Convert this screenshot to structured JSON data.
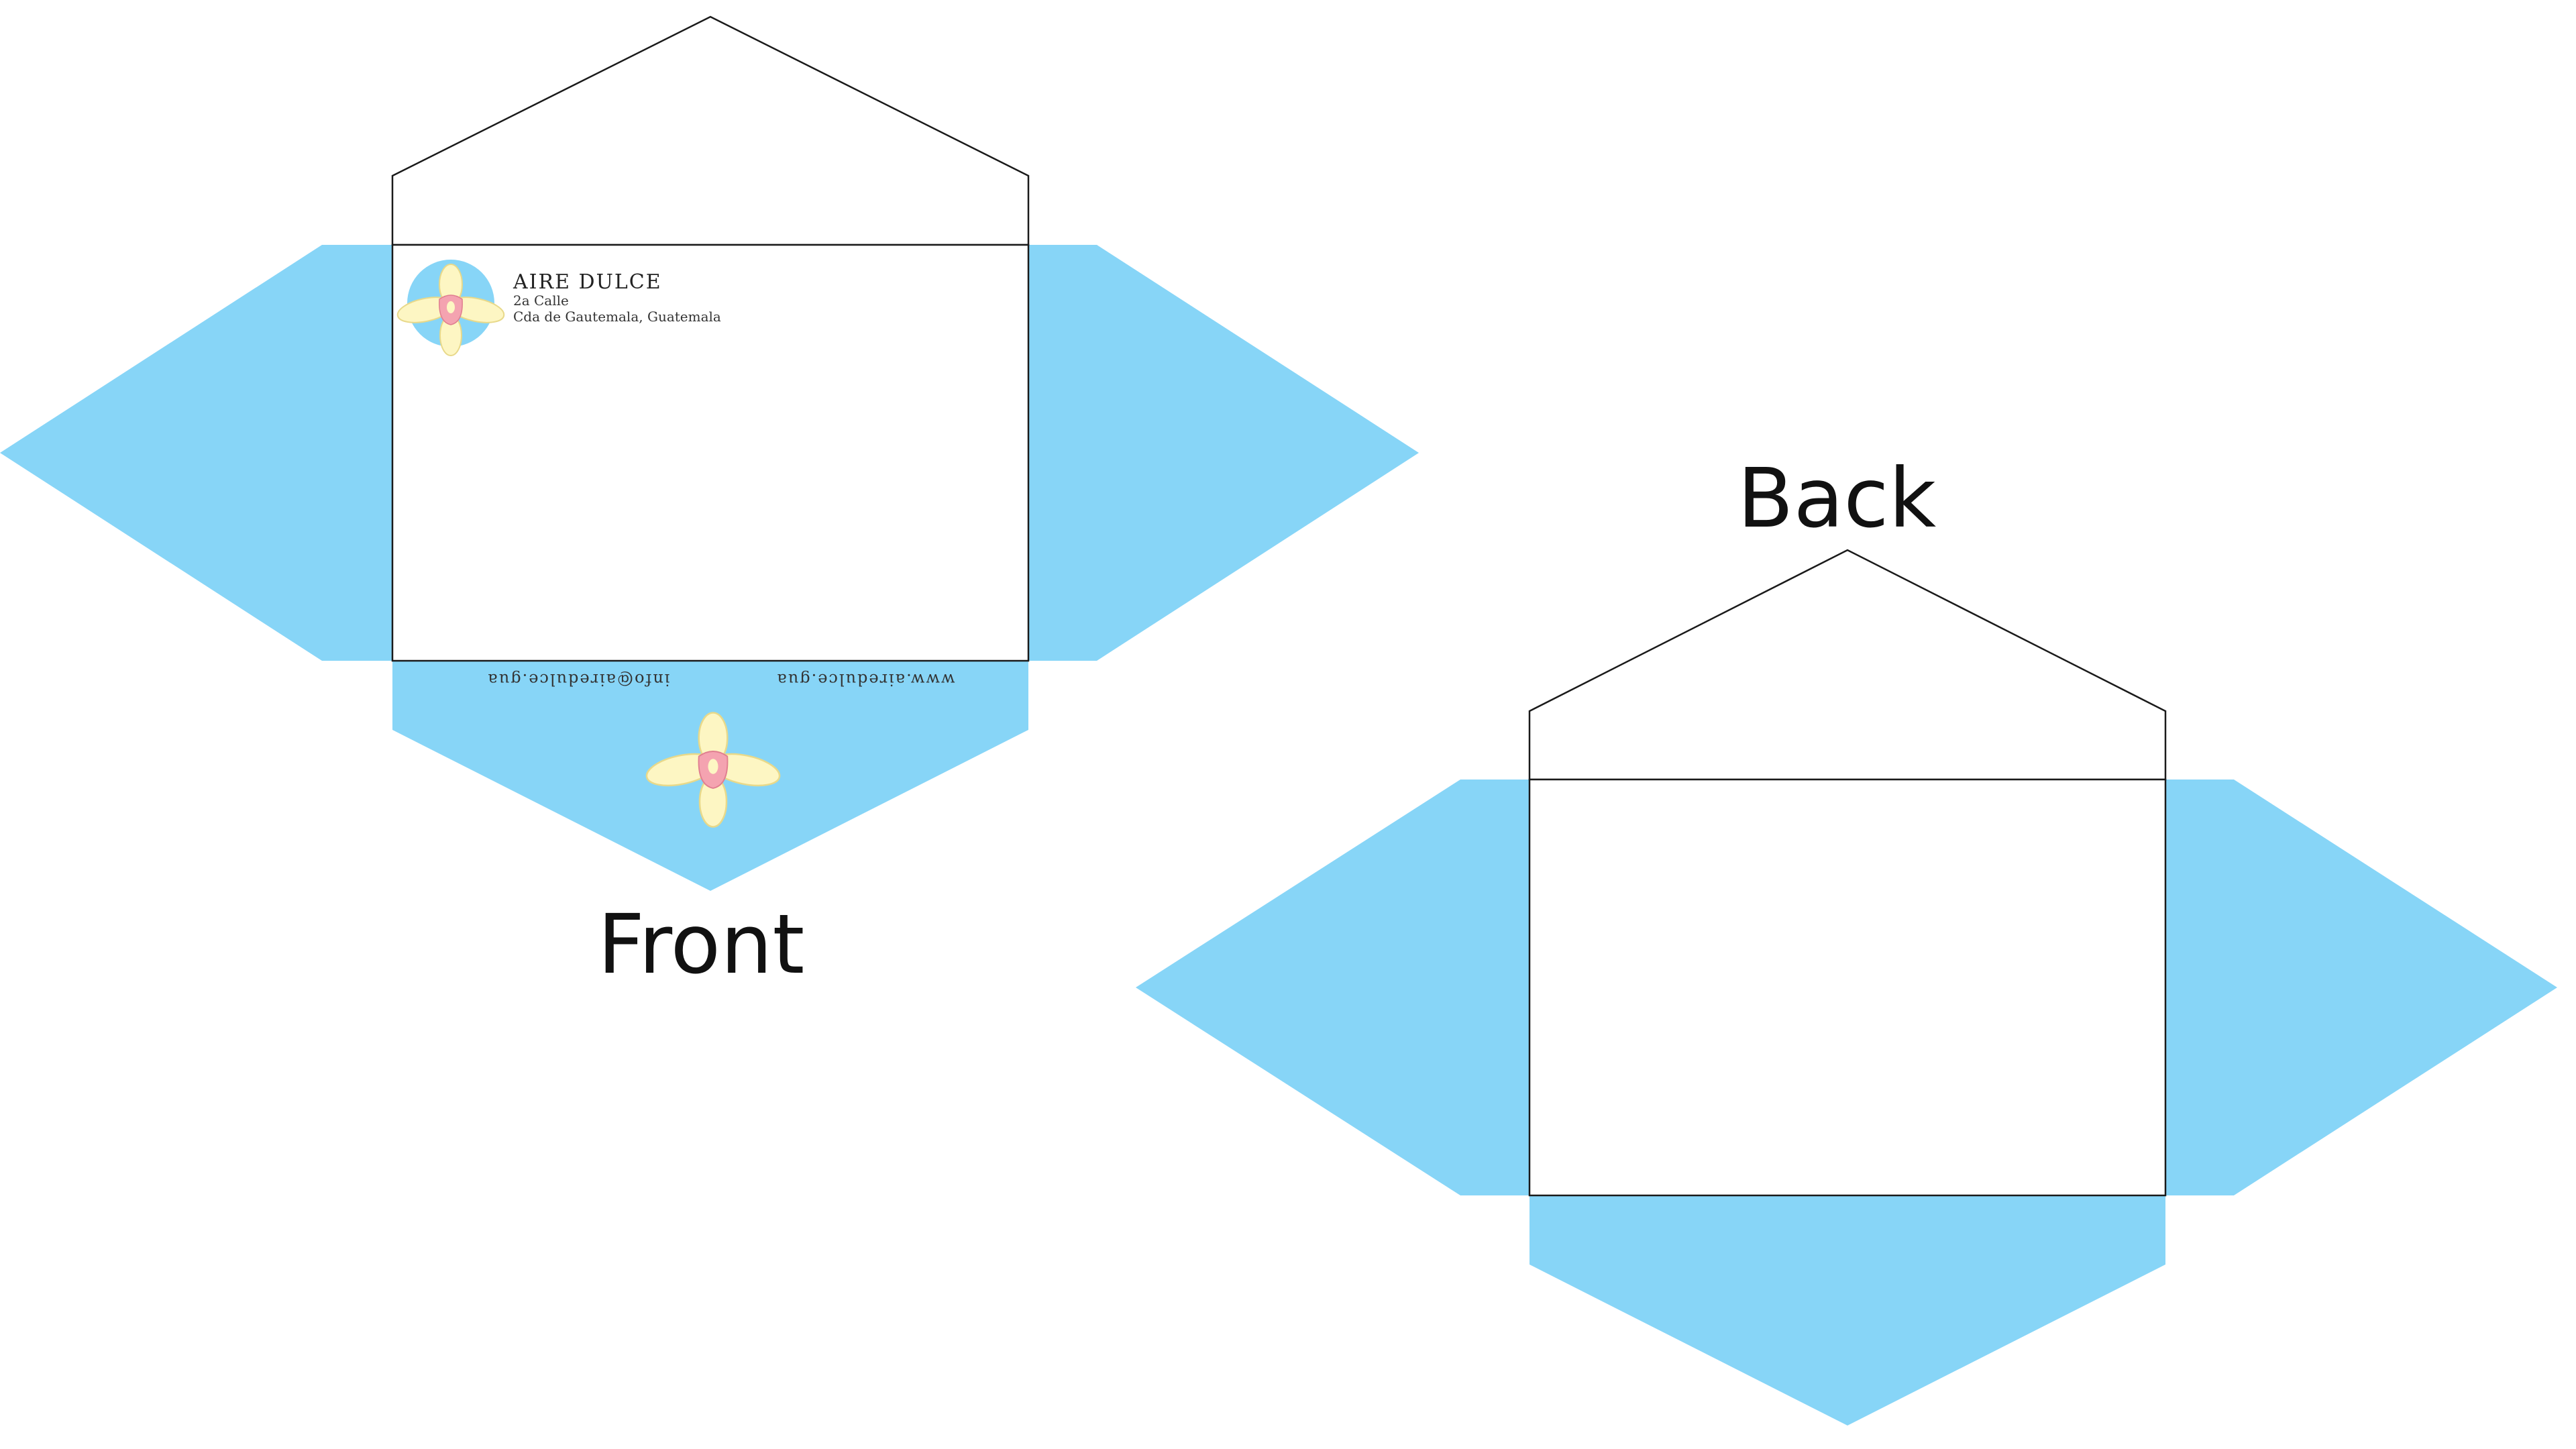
{
  "colors": {
    "flap": "#87d5f7",
    "panel": "#ffffff",
    "outline": "#1a1a1a",
    "petal": "#fdf6c3",
    "lip": "#f4a3b0",
    "logo_circle": "#87d5f7"
  },
  "front": {
    "label": "Front",
    "brand_name": "AIRE DULCE",
    "address_line1": "2a Calle",
    "address_line2": "Cda de Gautemala, Guatemala",
    "email": "info@airedulce.gua",
    "website": "www.airedulce.gua",
    "logo_icon": "orchid-logo-icon",
    "flap_icon": "orchid-icon"
  },
  "back": {
    "label": "Back"
  }
}
